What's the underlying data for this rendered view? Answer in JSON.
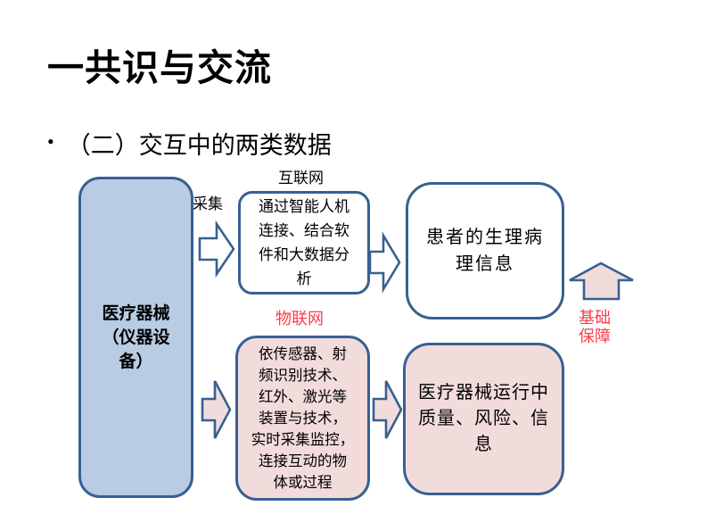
{
  "slide": {
    "title": "一共识与交流",
    "bullet_char": "•",
    "bullet_text": "（二）交互中的两类数据"
  },
  "diagram": {
    "device_box_label": "医疗器械\n（仪器设\n备）",
    "collect_label": "采集",
    "internet_label": "互联网",
    "internet_box_label": "通过智能人机\n连接、结合软\n件和大数据分\n析",
    "patient_box_label": "患者的生理病\n理信息",
    "iot_label": "物联网",
    "iot_box_label": "依传感器、射\n频识别技术、\n红外、激光等\n装置与技术，\n实时采集监控，\n连接互动的物\n体或过程",
    "operation_box_label": "医疗器械运行中\n质量、风险、信\n息",
    "foundation_label": "基础\n保障"
  },
  "colors": {
    "border_blue": "#376092",
    "blue_fill": "#b8cce4",
    "pink_fill": "#f2dcdb",
    "white_fill": "#ffffff",
    "red_text": "#fb3b49"
  }
}
